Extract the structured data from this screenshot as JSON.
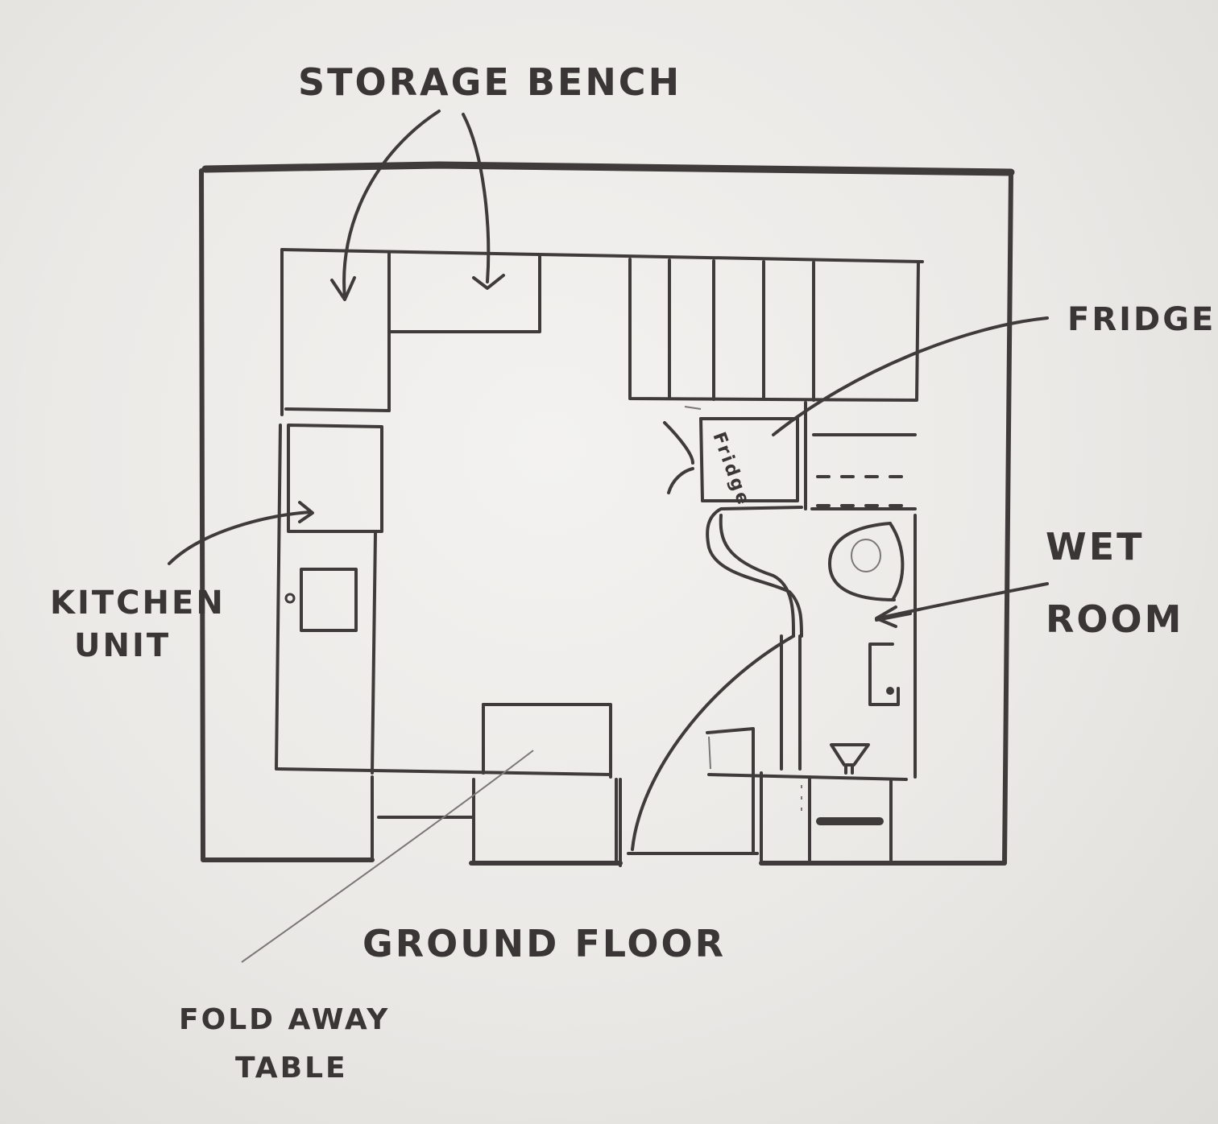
{
  "labels": {
    "storage_bench": "STORAGE BENCH",
    "fridge": "FRIDGE",
    "fridge_scribble": "Fridge",
    "kitchen_1": "KITCHEN",
    "kitchen_2": "UNIT",
    "wet_1": "WET",
    "wet_2": "ROOM",
    "ground_floor": "GROUND FLOOR",
    "fold_1": "FOLD AWAY",
    "fold_2": "TABLE"
  },
  "colors": {
    "ink": "#3f3b3a",
    "paper": "#eeece9",
    "pencil": "#7a7776"
  }
}
